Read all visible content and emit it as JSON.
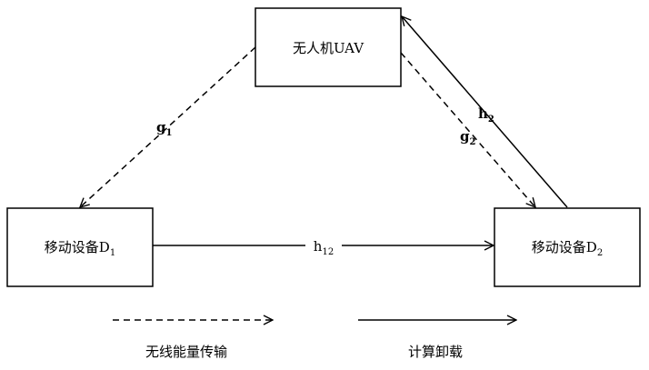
{
  "nodes": {
    "uav": {
      "name": "无人机",
      "code": "UAV"
    },
    "d1": {
      "name": "移动设备",
      "letter": "D",
      "sub": "1"
    },
    "d2": {
      "name": "移动设备",
      "letter": "D",
      "sub": "2"
    }
  },
  "edges": {
    "g1": {
      "base": "g",
      "sub": "1",
      "style": "dashed"
    },
    "g2": {
      "base": "g",
      "sub": "2",
      "style": "dashed"
    },
    "h2": {
      "base": "h",
      "sub": "2",
      "style": "solid"
    },
    "h12": {
      "base": "h",
      "sub": "12",
      "style": "solid"
    }
  },
  "legend": {
    "wireless": "无线能量传输",
    "offload": "计算卸载"
  }
}
